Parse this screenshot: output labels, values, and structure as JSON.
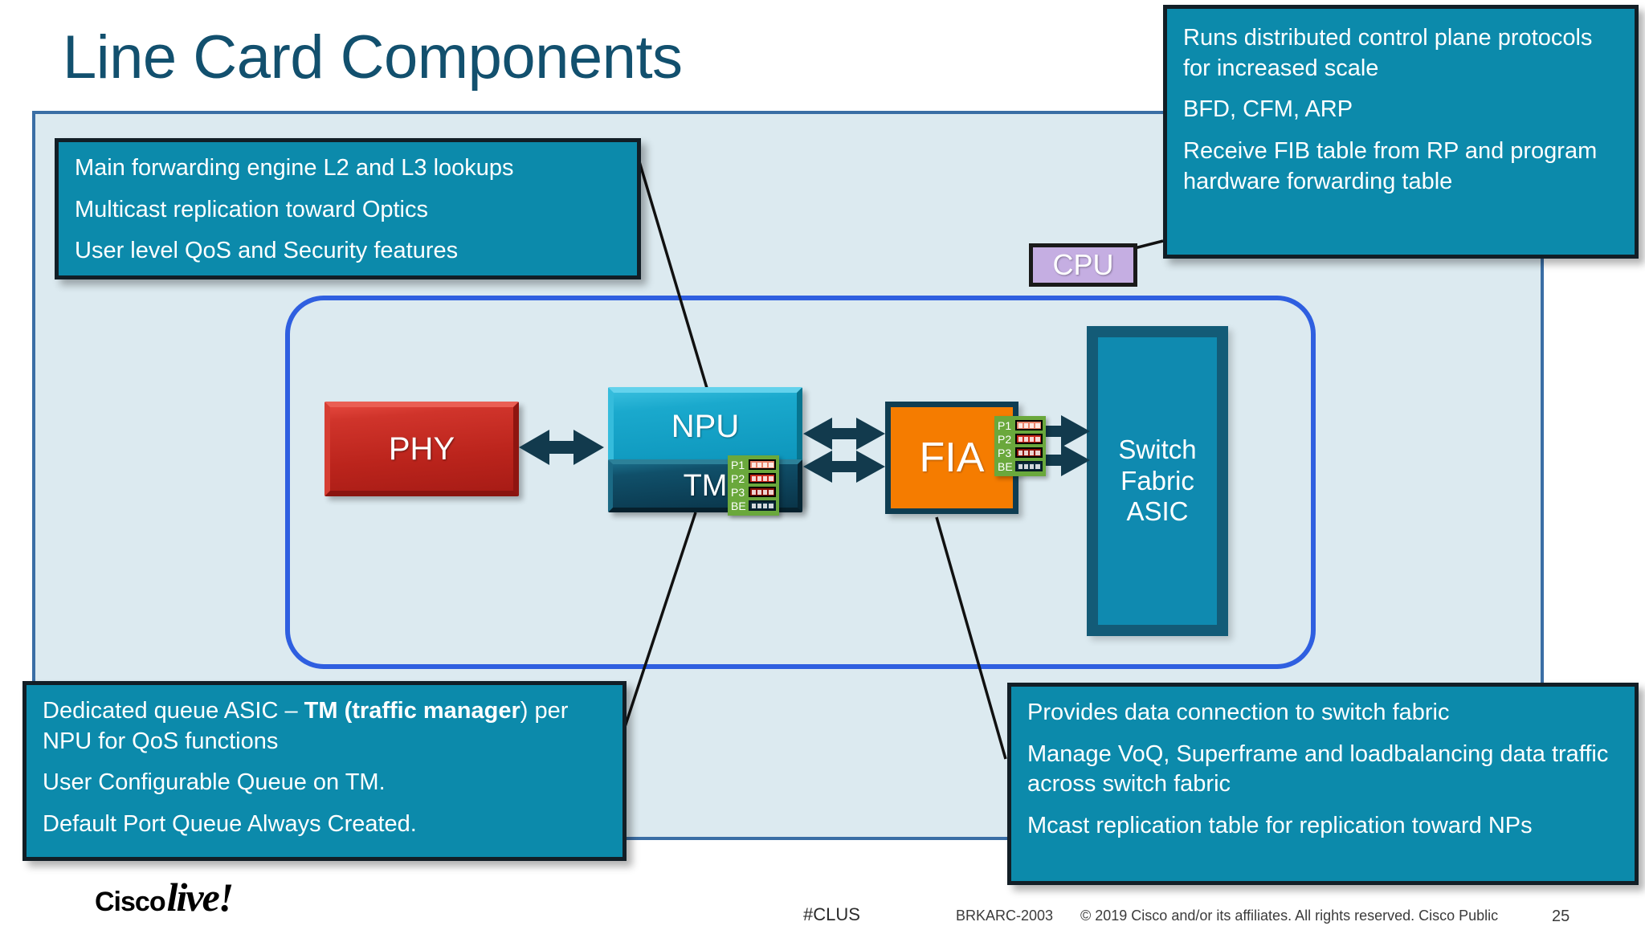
{
  "slide": {
    "title": "Line Card Components"
  },
  "components": {
    "phy": "PHY",
    "npu": "NPU",
    "tm": "TM",
    "fia": "FIA",
    "cpu": "CPU",
    "switch_fabric_line1": "Switch",
    "switch_fabric_line2": "Fabric",
    "switch_fabric_line3": "ASIC"
  },
  "queues": {
    "rows": [
      {
        "label": "P1",
        "color": "#e8836b"
      },
      {
        "label": "P2",
        "color": "#c8291c"
      },
      {
        "label": "P3",
        "color": "#8e1208"
      },
      {
        "label": "BE",
        "color": "#0b2b3c"
      }
    ]
  },
  "callouts": {
    "npu": {
      "lines": [
        "Main forwarding engine L2 and L3 lookups",
        "Multicast replication toward Optics",
        "User level QoS and Security features"
      ]
    },
    "cpu": {
      "lines": [
        "Runs distributed control plane protocols for increased scale",
        "BFD, CFM, ARP",
        "Receive FIB table from RP and program hardware forwarding table"
      ]
    },
    "tm": {
      "line1_prefix": "Dedicated queue ASIC – ",
      "line1_bold": "TM (traffic manager",
      "line1_suffix": ") per NPU for QoS functions",
      "line2": "User Configurable Queue on TM.",
      "line3": "Default Port Queue Always Created."
    },
    "fia": {
      "lines": [
        "Provides data connection to switch fabric",
        "Manage VoQ, Superframe and loadbalancing data traffic across switch fabric",
        "Mcast replication table for replication toward NPs"
      ]
    }
  },
  "footer": {
    "logo_cisco": "Cisco",
    "logo_live": "live!",
    "hashtag": "#CLUS",
    "session_id": "BRKARC-2003",
    "copyright": "© 2019  Cisco and/or its affiliates. All rights reserved.   Cisco Public",
    "page_number": "25"
  },
  "colors": {
    "title": "#12506e",
    "panel_bg": "#dceaf0",
    "panel_border": "#3a6ea5",
    "linecard_border": "#2f5fe0",
    "callout_bg": "#0c8aab",
    "phy": "#c0271f",
    "npu": "#12a2c6",
    "tm": "#0c3f56",
    "fia": "#f57c00",
    "switch_fabric": "#0f8ab0",
    "cpu": "#c5aee2",
    "queue_bg": "#6aa83c"
  }
}
